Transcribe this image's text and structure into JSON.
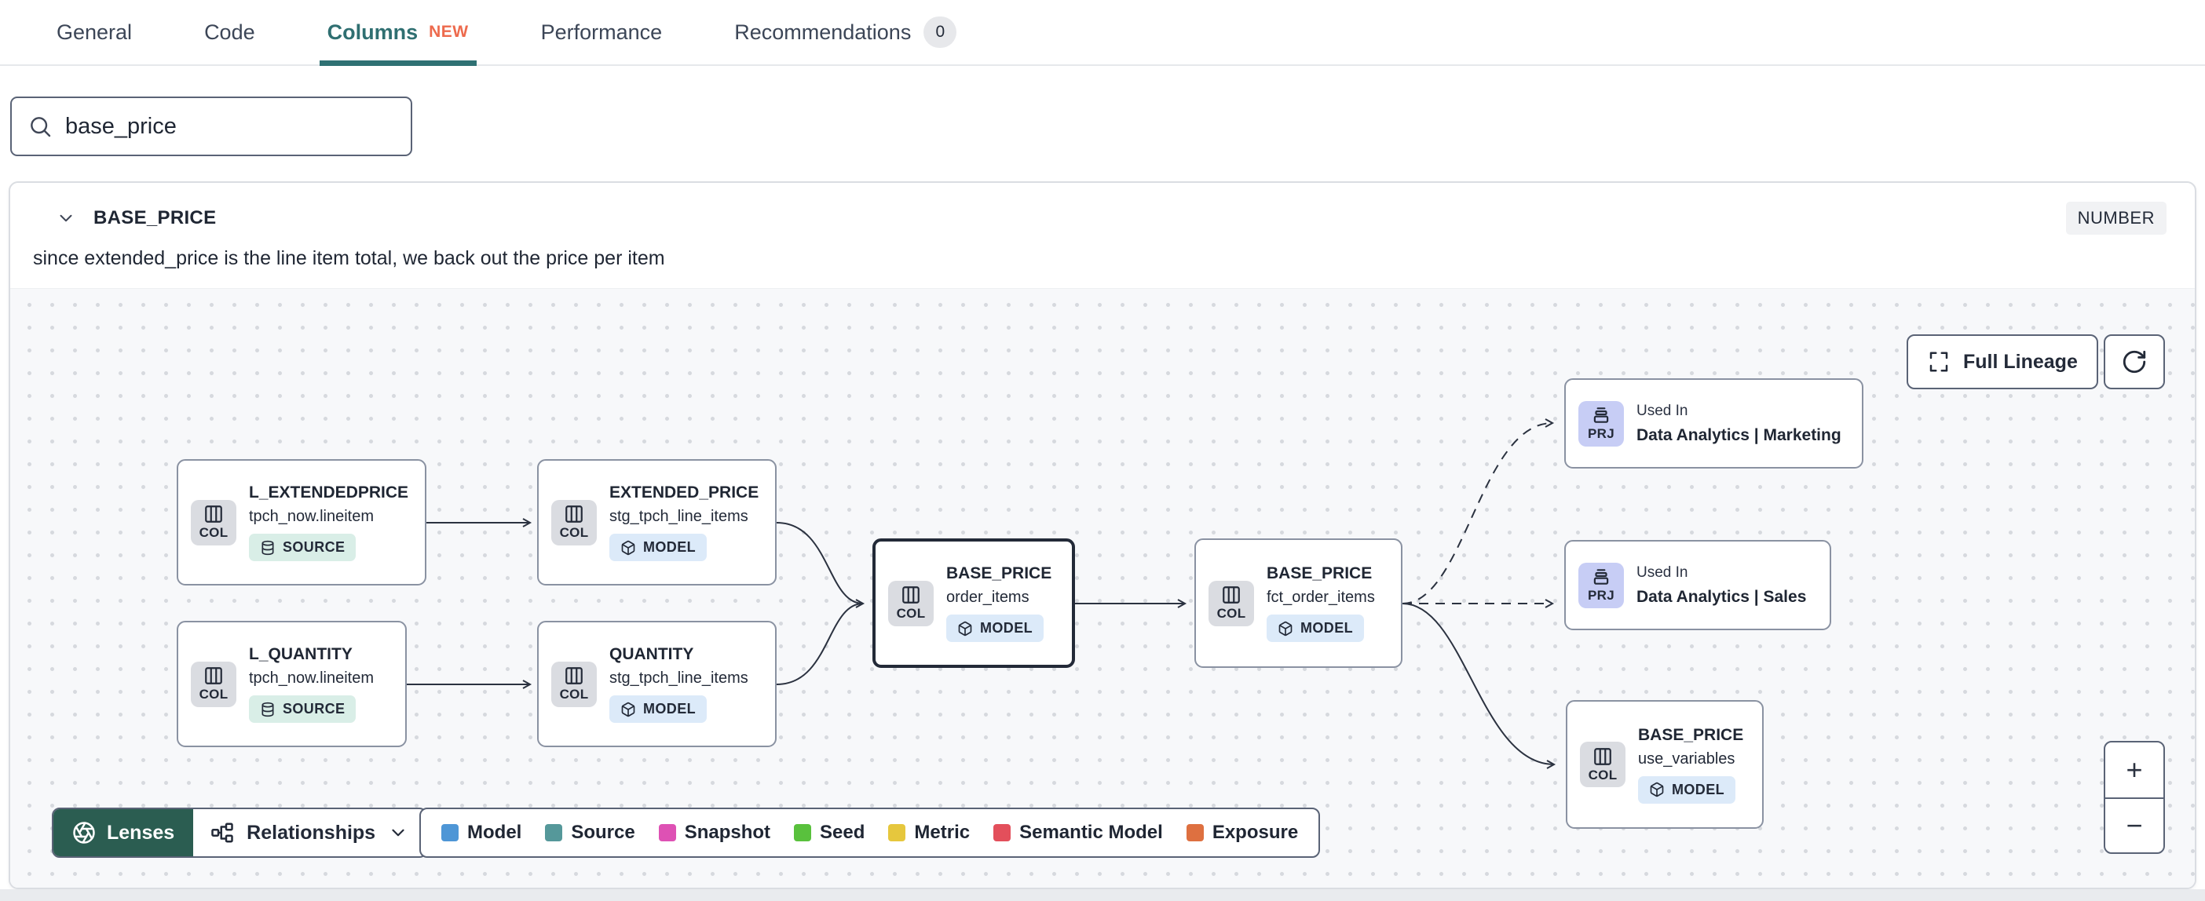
{
  "tabs": [
    {
      "label": "General"
    },
    {
      "label": "Code"
    },
    {
      "label": "Columns",
      "badge": "NEW"
    },
    {
      "label": "Performance"
    },
    {
      "label": "Recommendations",
      "count": "0"
    }
  ],
  "search": {
    "value": "base_price"
  },
  "column": {
    "name": "BASE_PRICE",
    "type": "NUMBER",
    "description": "since extended_price is the line item total, we back out the price per item"
  },
  "lineage": {
    "full_lineage_label": "Full Lineage",
    "zoom_in": "+",
    "zoom_out": "−",
    "lenses_label": "Lenses",
    "relationships_label": "Relationships",
    "col_label": "COL",
    "prj_label": "PRJ",
    "used_in_label": "Used In",
    "nodes": [
      {
        "title": "L_EXTENDEDPRICE",
        "subtitle": "tpch_now.lineitem",
        "badge": "SOURCE",
        "kind": "column"
      },
      {
        "title": "EXTENDED_PRICE",
        "subtitle": "stg_tpch_line_items",
        "badge": "MODEL",
        "kind": "column"
      },
      {
        "title": "L_QUANTITY",
        "subtitle": "tpch_now.lineitem",
        "badge": "SOURCE",
        "kind": "column"
      },
      {
        "title": "QUANTITY",
        "subtitle": "stg_tpch_line_items",
        "badge": "MODEL",
        "kind": "column"
      },
      {
        "title": "BASE_PRICE",
        "subtitle": "order_items",
        "badge": "MODEL",
        "kind": "column",
        "selected": true
      },
      {
        "title": "BASE_PRICE",
        "subtitle": "fct_order_items",
        "badge": "MODEL",
        "kind": "column"
      },
      {
        "title": "Data Analytics | Marketing",
        "kind": "project"
      },
      {
        "title": "Data Analytics | Sales",
        "kind": "project"
      },
      {
        "title": "BASE_PRICE",
        "subtitle": "use_variables",
        "badge": "MODEL",
        "kind": "column"
      }
    ],
    "legend": [
      {
        "label": "Model",
        "color": "#4E96D6"
      },
      {
        "label": "Source",
        "color": "#55989A"
      },
      {
        "label": "Snapshot",
        "color": "#DE51B4"
      },
      {
        "label": "Seed",
        "color": "#59C13D"
      },
      {
        "label": "Metric",
        "color": "#E6C73D"
      },
      {
        "label": "Semantic Model",
        "color": "#E34F5B"
      },
      {
        "label": "Exposure",
        "color": "#DE7040"
      }
    ]
  },
  "icons": {
    "search": "magnifier",
    "collapse": "chevron-down",
    "column_kind": "table-columns",
    "project_kind": "archive-box",
    "source_badge": "database-cylinder",
    "model_badge": "cube",
    "full_lineage": "expand-corners",
    "refresh": "rotate-cw",
    "lenses": "aperture",
    "relationships": "org-network",
    "dropdown": "chevron-down",
    "zoom_in": "plus",
    "zoom_out": "minus"
  },
  "colors": {
    "accent_teal": "#2F7173",
    "new_badge": "#ED6A4D",
    "lenses_bg": "#2B5D51",
    "node_border": "#8A92A2",
    "selected_border": "#232A38",
    "edge": "#2B3240",
    "col_badge_bg": "#DADCE1",
    "prj_badge_bg": "#C7CDF5",
    "source_badge_bg": "#D9EEE7",
    "model_badge_bg": "#DCEAF9",
    "canvas_bg": "#F7F8FA"
  }
}
